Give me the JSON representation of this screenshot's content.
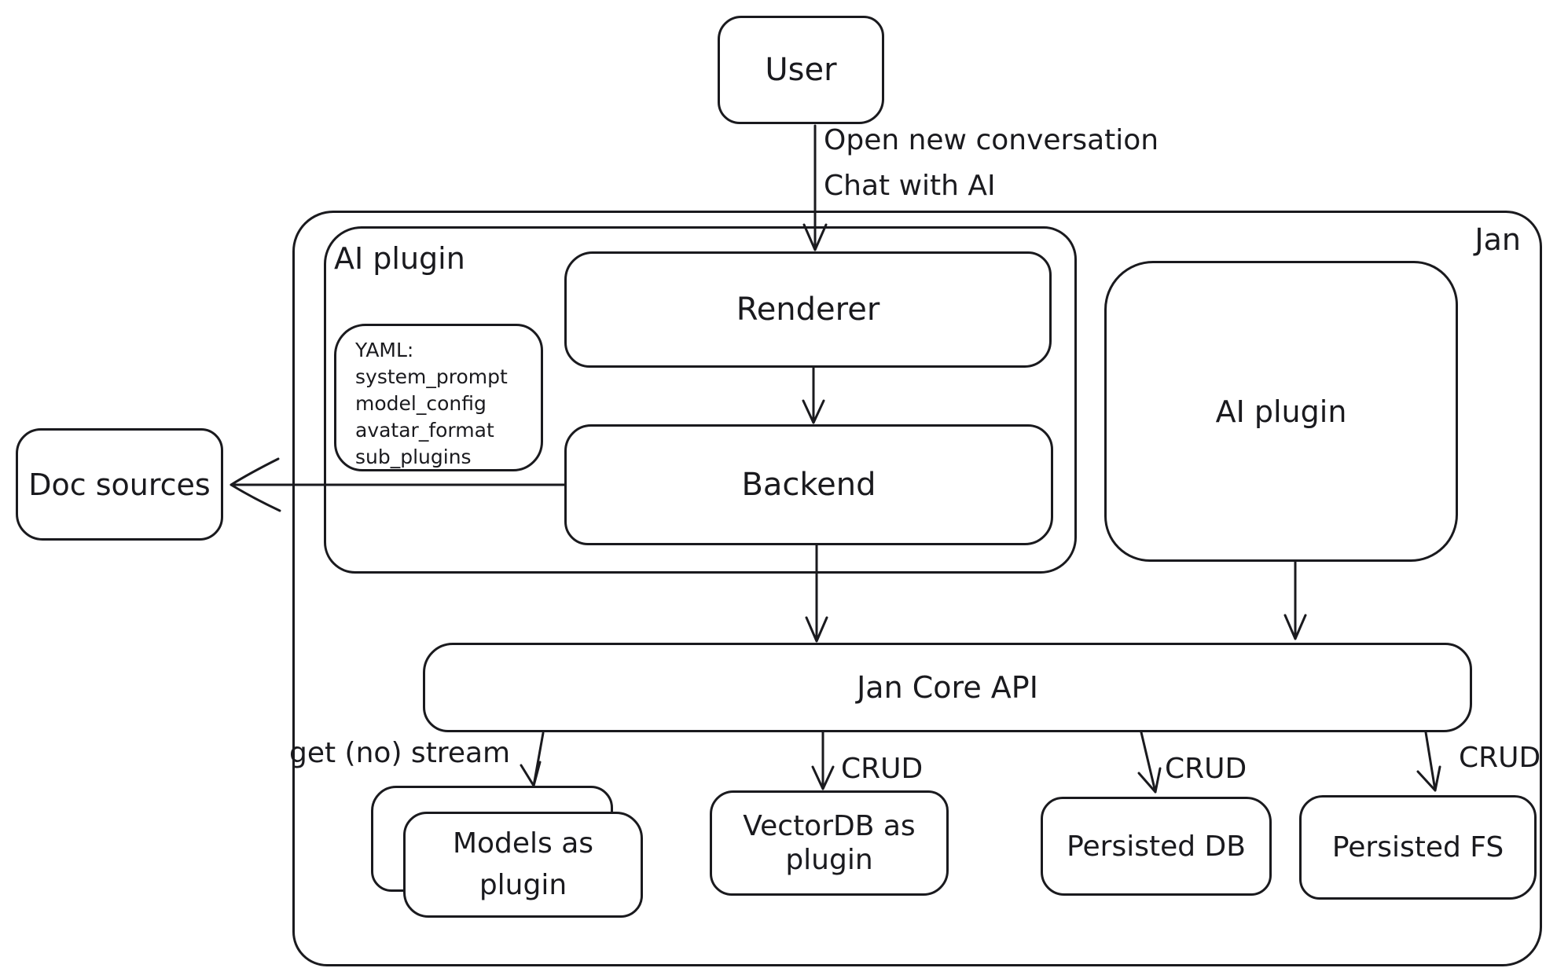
{
  "diagram": {
    "container_label": "Jan",
    "nodes": {
      "user": {
        "label": "User"
      },
      "ai_plugin_group": {
        "label": "AI plugin"
      },
      "renderer": {
        "label": "Renderer"
      },
      "yaml_note": {
        "lines": [
          "YAML:",
          "system_prompt",
          "model_config",
          "avatar_format",
          "sub_plugins"
        ]
      },
      "backend": {
        "label": "Backend"
      },
      "ai_plugin_right": {
        "label": "AI plugin"
      },
      "doc_sources": {
        "label": "Doc sources"
      },
      "jan_core_api": {
        "label": "Jan Core API"
      },
      "models_as_plugin": {
        "label": "Models as plugin"
      },
      "vectordb_as_plugin": {
        "label": "VectorDB as plugin"
      },
      "persisted_db": {
        "label": "Persisted DB"
      },
      "persisted_fs": {
        "label": "Persisted FS"
      }
    },
    "edges": {
      "user_to_renderer": {
        "label_line1": "Open new conversation",
        "label_line2": "Chat with AI"
      },
      "core_to_models": {
        "label": "get (no) stream"
      },
      "core_to_vectordb": {
        "label": "CRUD"
      },
      "core_to_persisted_db": {
        "label": "CRUD"
      },
      "core_to_persisted_fs": {
        "label": "CRUD"
      }
    },
    "colors": {
      "stroke": "#1a1a1e",
      "background": "#ffffff"
    }
  }
}
